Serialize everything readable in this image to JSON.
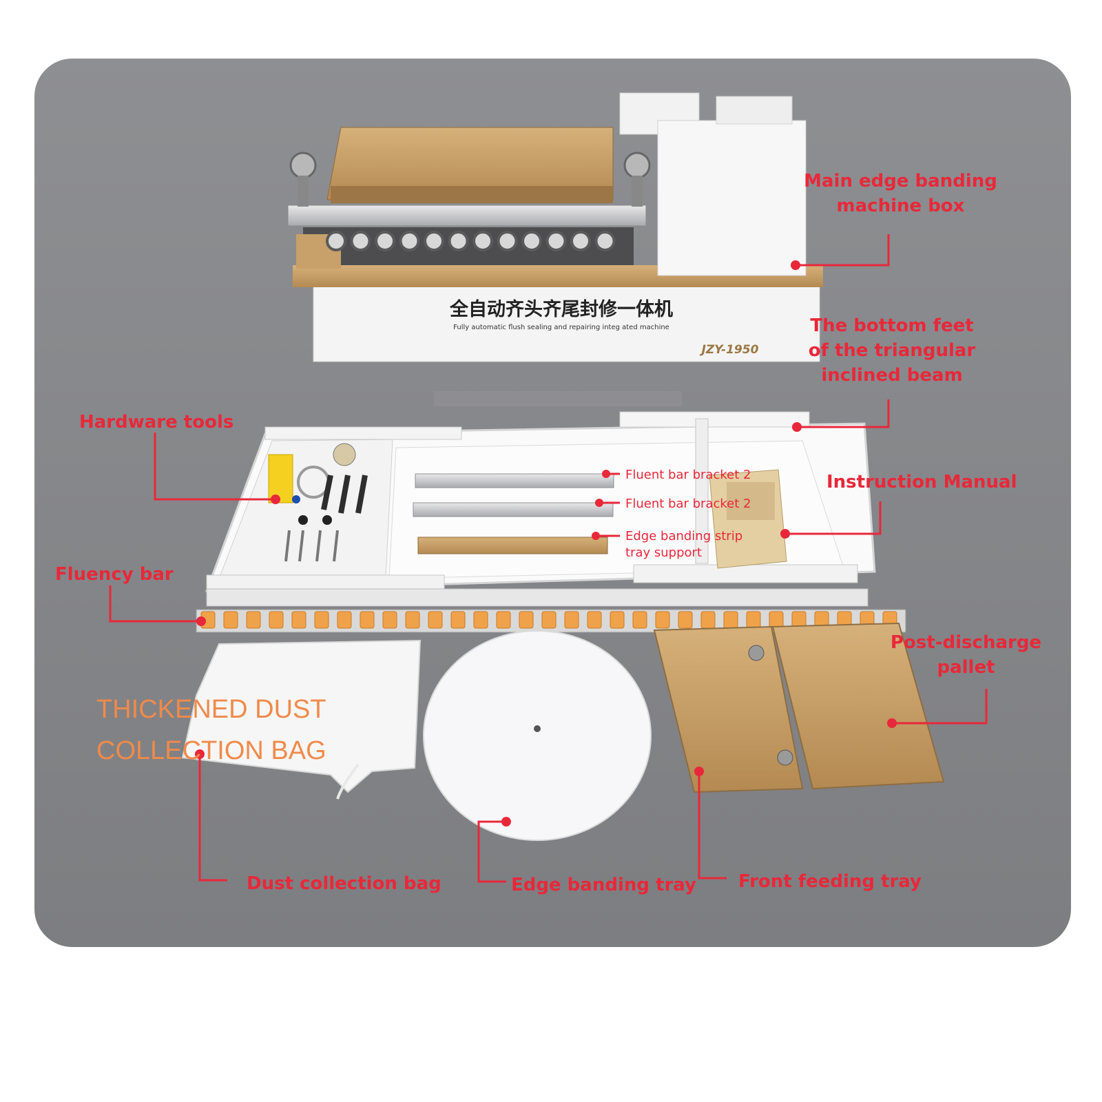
{
  "colors": {
    "background": "#ffffff",
    "table": "#8b8c8e",
    "callout": "#e8283a",
    "orange_label": "#f08a4a",
    "gold_panel": "#c9a468",
    "roller": "#f0a24a"
  },
  "machine": {
    "label_cn": "全自动齐头齐尾封修一体机",
    "label_en": "Fully automatic flush sealing and repairing integ ated machine",
    "model": "JZY-1950"
  },
  "callouts": {
    "main_box": [
      "Main edge banding",
      "machine box"
    ],
    "bottom_feet": [
      "The bottom feet",
      "of the triangular",
      "inclined beam"
    ],
    "hardware_tools": "Hardware tools",
    "fluent_bracket_1": "Fluent bar bracket 2",
    "fluent_bracket_2": "Fluent bar bracket 2",
    "edge_strip_support": [
      "Edge banding strip",
      "tray support"
    ],
    "instruction_manual": "Instruction Manual",
    "fluency_bar": "Fluency bar",
    "post_discharge": [
      "Post-discharge",
      "pallet"
    ],
    "dust_bag_big": [
      "THICKENED DUST",
      "COLLECTION BAG"
    ],
    "dust_bag": "Dust collection bag",
    "edge_tray": "Edge banding tray",
    "front_tray": "Front feeding tray"
  }
}
